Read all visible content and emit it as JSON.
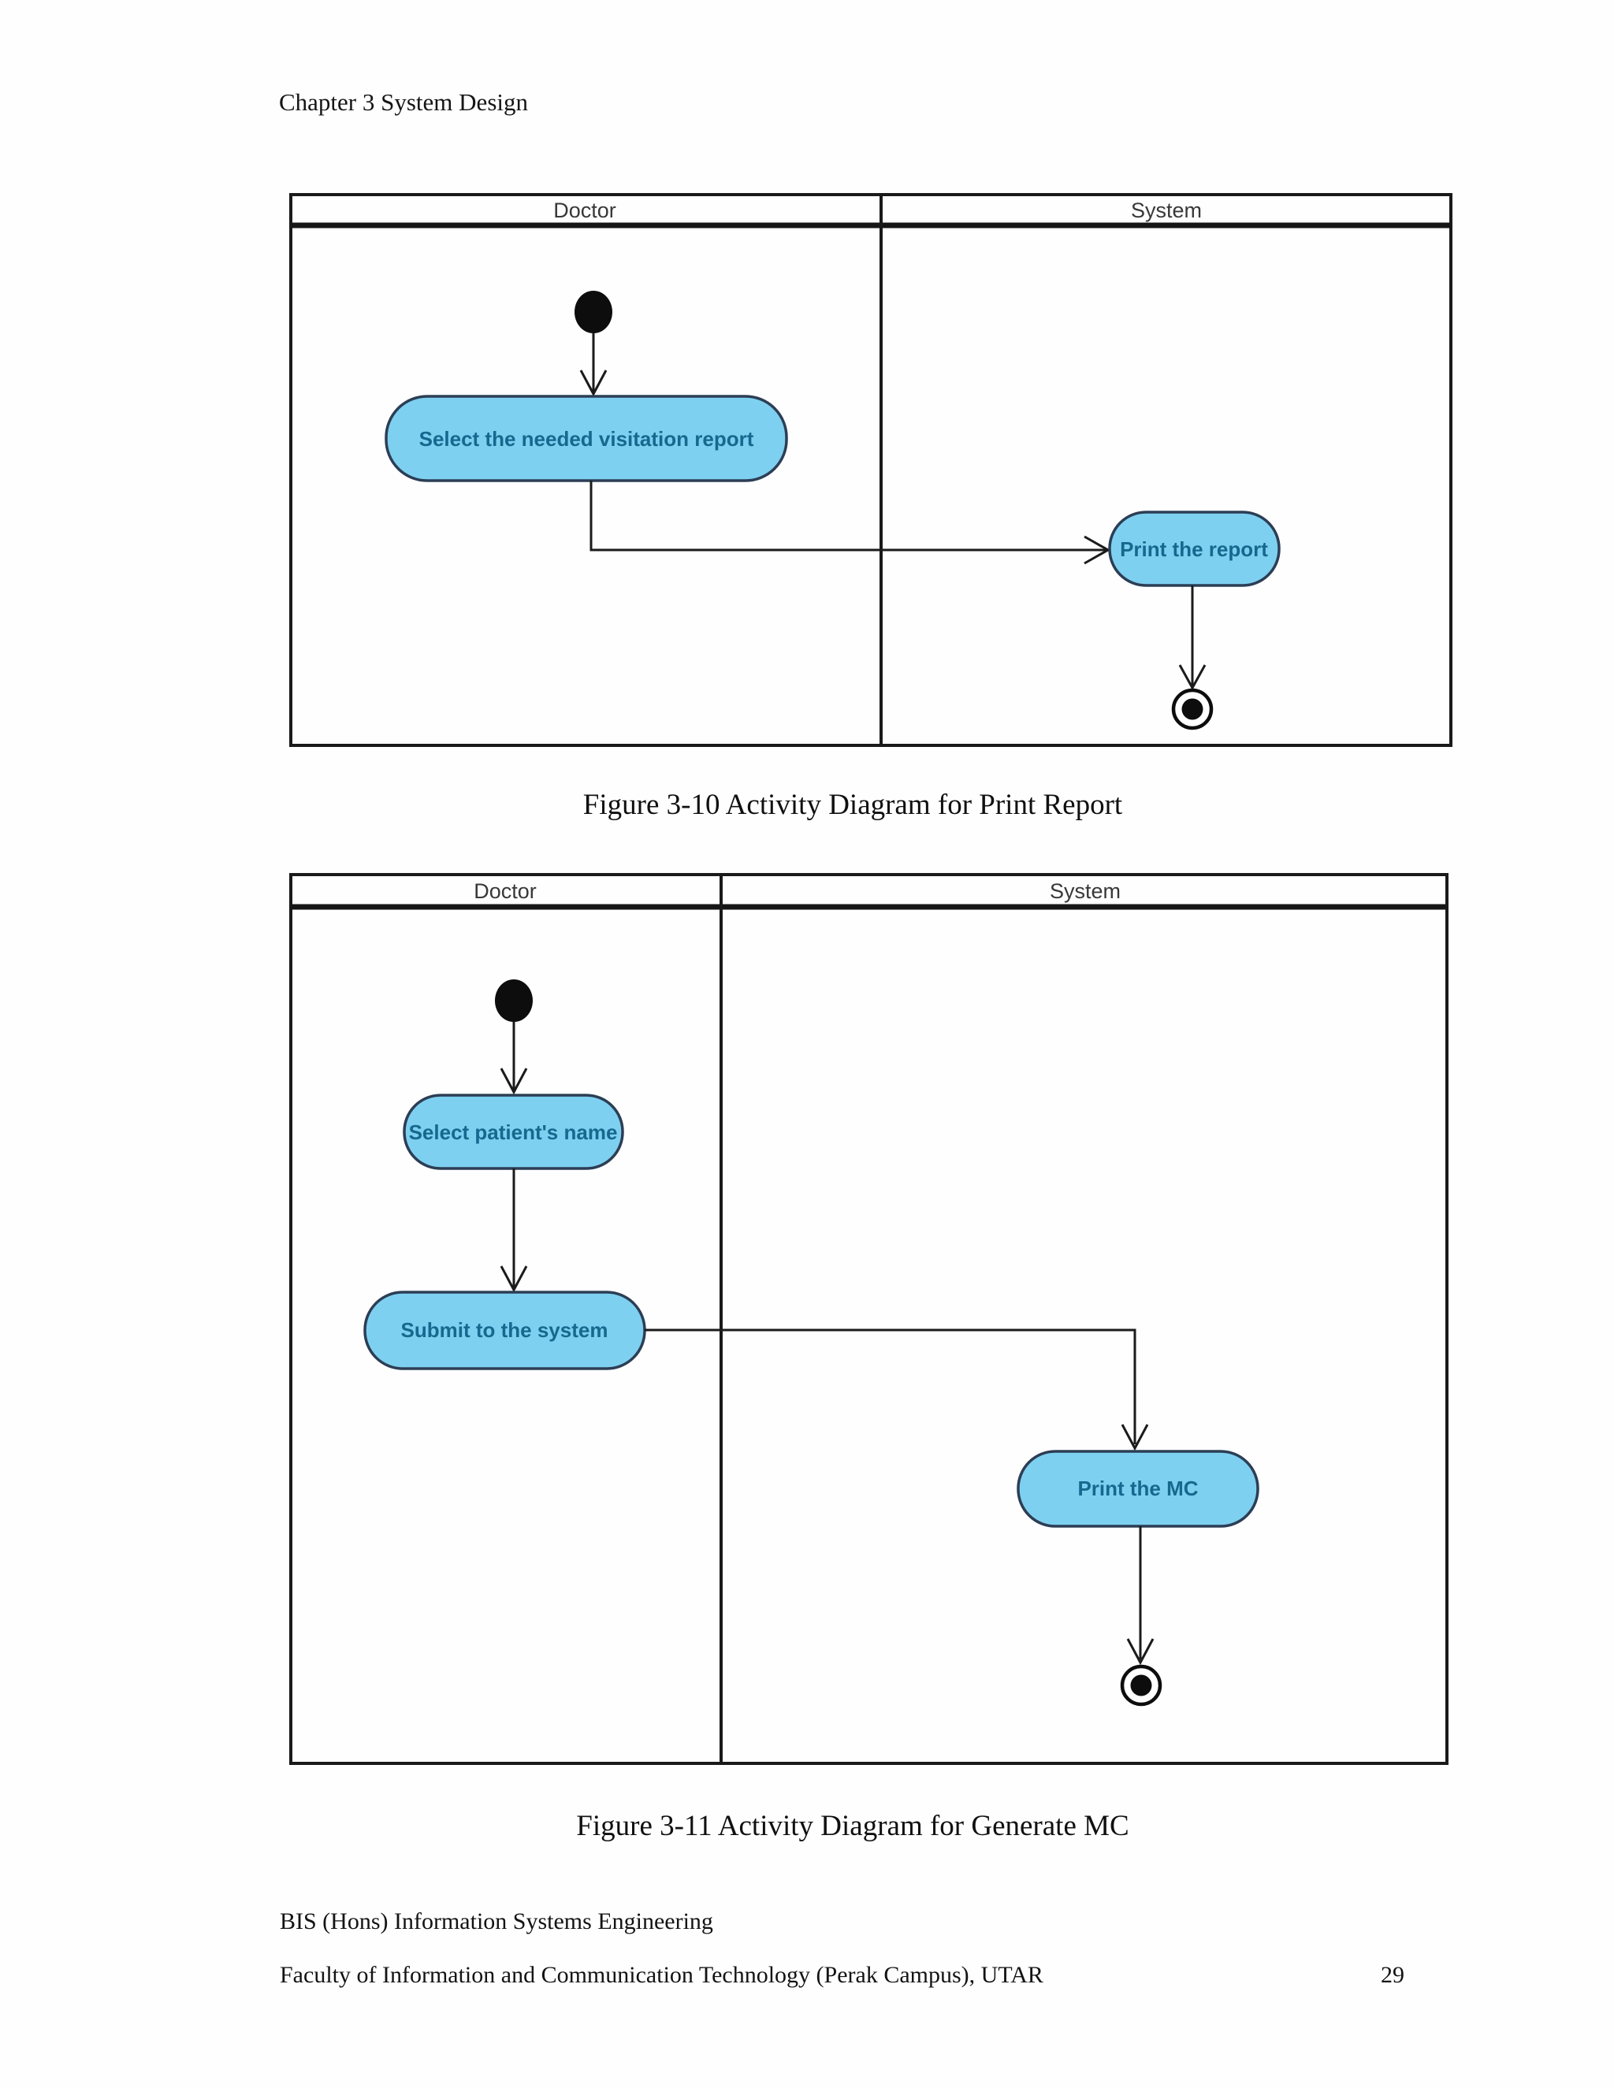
{
  "page": {
    "chapter_header": "Chapter 3 System Design",
    "footer": {
      "line1": "BIS (Hons) Information Systems Engineering",
      "line2": "Faculty of Information and Communication Technology (Perak Campus), UTAR",
      "page_number": "29"
    }
  },
  "colors": {
    "activity_fill": "#7ed0f0",
    "activity_border": "#2c3e55",
    "activity_text": "#17688e"
  },
  "figure_3_10": {
    "caption": "Figure 3-10 Activity Diagram for Print Report",
    "lanes": {
      "left": "Doctor",
      "right": "System"
    },
    "activities": {
      "select_report": "Select the needed visitation report",
      "print_report": "Print the report"
    }
  },
  "figure_3_11": {
    "caption": "Figure 3-11 Activity Diagram for Generate MC",
    "lanes": {
      "left": "Doctor",
      "right": "System"
    },
    "activities": {
      "select_patient": "Select patient's name",
      "submit_system": "Submit to the system",
      "print_mc": "Print the MC"
    }
  }
}
